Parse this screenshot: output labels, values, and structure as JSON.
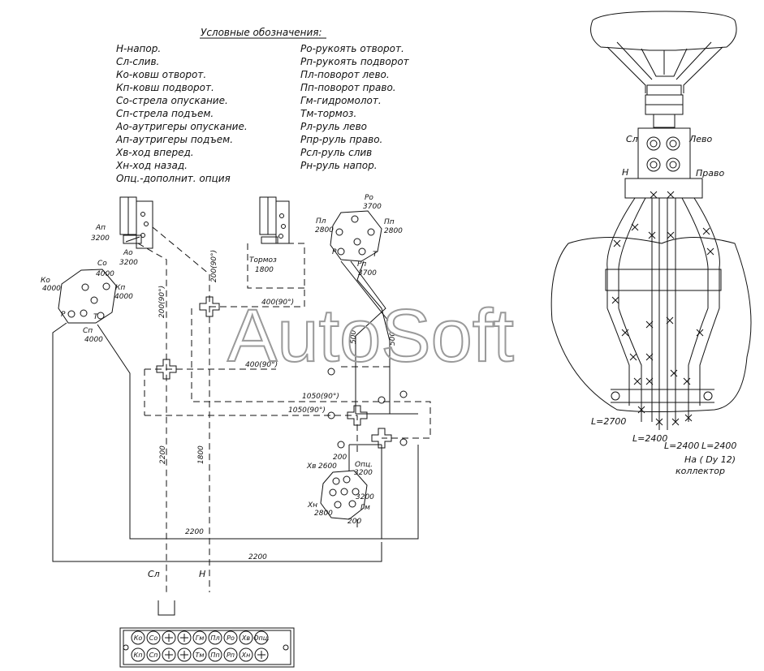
{
  "legend": {
    "title": "Условные обозначения:",
    "left": [
      "Н-напор.",
      "Сл-слив.",
      "Ко-ковш отворот.",
      "Кп-ковш подворот.",
      "Со-стрела опускание.",
      "Сп-стрела подъем.",
      "Ао-аутригеры опускание.",
      "Ап-аутригеры подъем.",
      "Хв-ход вперед.",
      "Хн-ход назад.",
      "Опц.-дополнит. опция"
    ],
    "right": [
      "Ро-рукоять отворот.",
      "Рп-рукоять подворот",
      "Пл-поворот лево.",
      "Пп-поворот право.",
      "Гм-гидромолот.",
      "Тм-тормоз.",
      "Рл-руль лево",
      "Рпр-руль право.",
      "Рсл-руль слив",
      "Рн-руль напор."
    ]
  },
  "labels": {
    "ko": "Ко",
    "ko_val": "4000",
    "co": "Со",
    "co_val": "4000",
    "kp": "Кп",
    "kp_val": "4000",
    "p": "Р",
    "t": "Т",
    "cn": "Сп",
    "cn_val": "4000",
    "an": "Ап",
    "an_val": "3200",
    "ao": "Ао",
    "ao_val": "3200",
    "tormoz": "Тормоз",
    "tormoz_val": "1800",
    "po": "Ро",
    "po_val": "3700",
    "pl": "Пл",
    "pl_val": "2800",
    "pp": "Пп",
    "pp_val": "2800",
    "rp": "Рп",
    "rp_val": "3700",
    "d200_90": "200(90°)",
    "d200_90b": "200(90°)",
    "d400_90a": "400(90°)",
    "d400_90b": "400(90°)",
    "d1050_90a": "1050(90°)",
    "d1050_90b": "1050(90°)",
    "d500a": "500",
    "d500b": "500",
    "d2200v": "2200",
    "d1800v": "1800",
    "d2200h1": "2200",
    "d2200h2": "2200",
    "d200a": "200",
    "d200b": "200",
    "xv": "Хв",
    "xv_val": "2600",
    "opc": "Опц.",
    "opc_val": "3200",
    "xn": "Хн",
    "xn_val": "2800",
    "gm": "Гм",
    "gm_val": "3200",
    "sl": "Сл",
    "n": "Н",
    "sl_r": "Сл",
    "levo": "Лево",
    "n_r": "Н",
    "pravo": "Право",
    "l2700": "L=2700",
    "l2400a": "L=2400",
    "l2400b": "L=2400",
    "l2400c": "L=2400",
    "na_dy": "На   ( Dy 12)",
    "kollektor": "коллектор"
  },
  "manifold": {
    "top": [
      "Ко",
      "Со",
      "",
      "",
      "Гм",
      "Пл",
      "Ро",
      "Хв",
      "Опц."
    ],
    "bottom": [
      "Кп",
      "Сп",
      "",
      "",
      "Тм",
      "Пп",
      "Рп",
      "Хн",
      ""
    ]
  },
  "watermark": "AutoSoft"
}
